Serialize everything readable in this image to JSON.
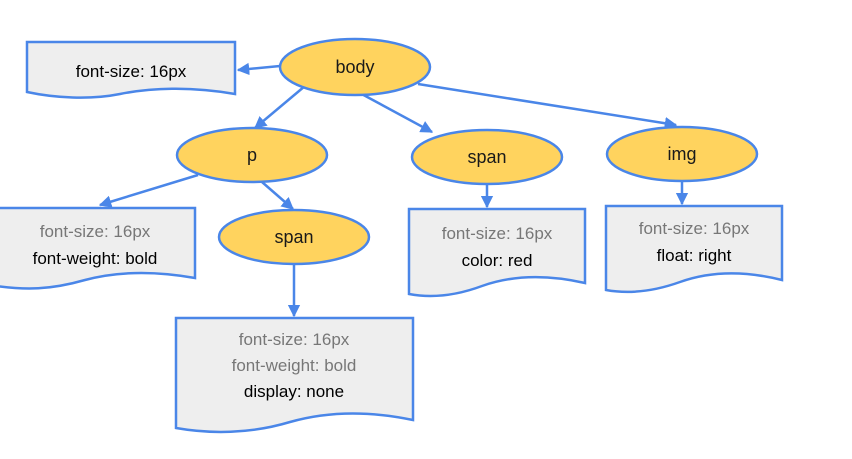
{
  "colors": {
    "node_fill": "#ffd35e",
    "stroke": "#4a86e8",
    "box_fill": "#eeeeee",
    "inherited_text": "#777777",
    "own_text": "#000000"
  },
  "nodes": {
    "body": {
      "label": "body"
    },
    "p": {
      "label": "p"
    },
    "span_a": {
      "label": "span"
    },
    "span_b": {
      "label": "span"
    },
    "img": {
      "label": "img"
    }
  },
  "style_boxes": {
    "body": {
      "lines": [
        "font-size: 16px"
      ]
    },
    "p": {
      "inherited": [
        "font-size: 16px"
      ],
      "own": [
        "font-weight: bold"
      ]
    },
    "span_a": {
      "inherited": [
        "font-size: 16px",
        "font-weight: bold"
      ],
      "own": [
        "display: none"
      ]
    },
    "span_b": {
      "inherited": [
        "font-size: 16px"
      ],
      "own": [
        "color: red"
      ]
    },
    "img": {
      "inherited": [
        "font-size: 16px"
      ],
      "own": [
        "float: right"
      ]
    }
  }
}
